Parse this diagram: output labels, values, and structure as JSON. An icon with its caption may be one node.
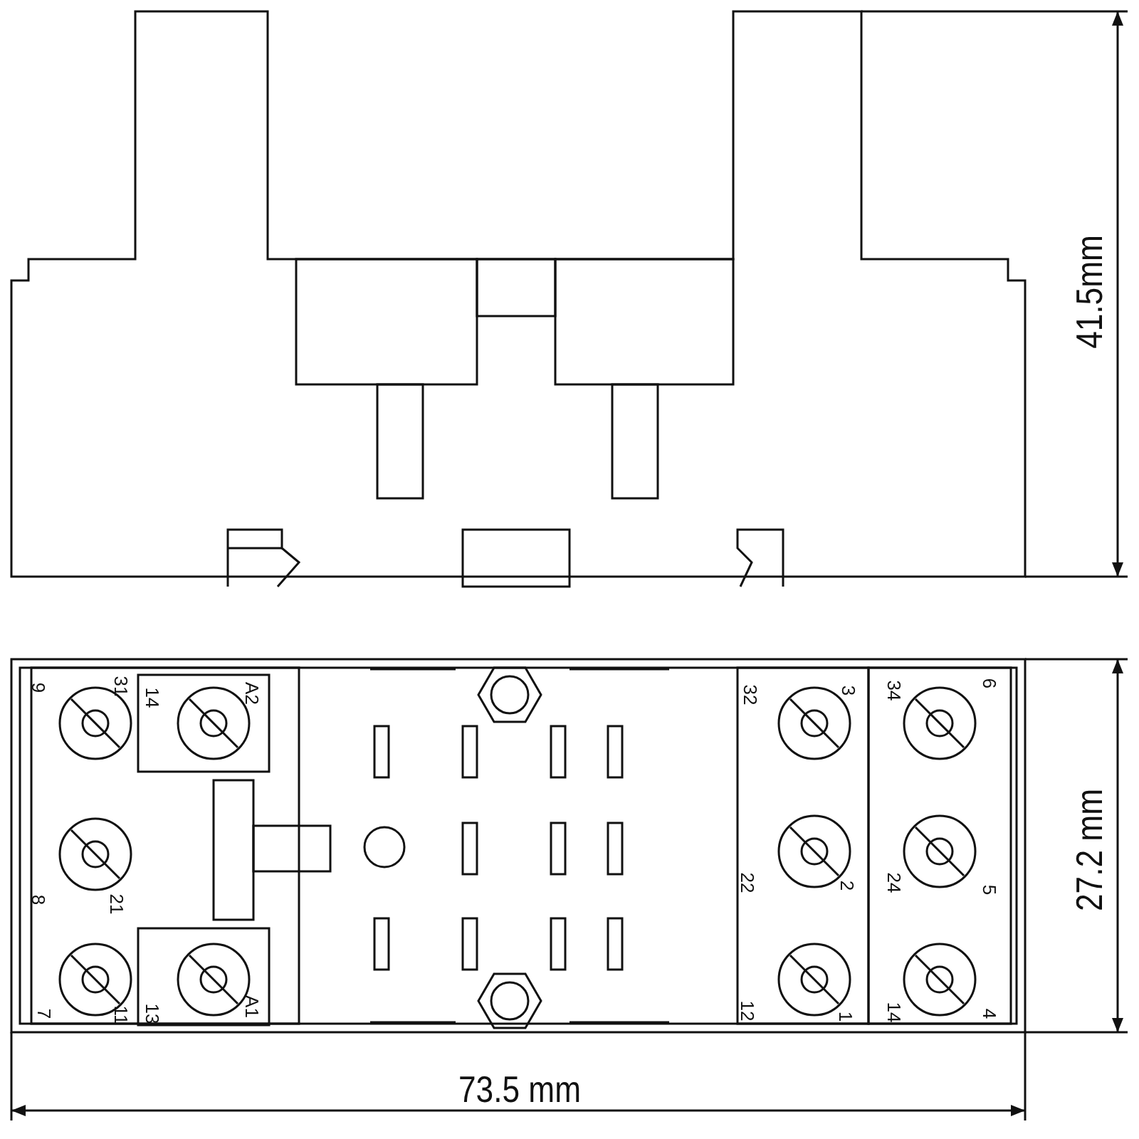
{
  "diagram": {
    "labels": [
      "41.5mm",
      "9",
      "31",
      "14",
      "A2",
      "32",
      "3",
      "34",
      "6",
      "8",
      "21",
      "22",
      "2",
      "24",
      "5",
      "7",
      "11",
      "13",
      "A1",
      "12",
      "1",
      "14",
      "4",
      "27.2 mm",
      "73.5 mm"
    ]
  }
}
